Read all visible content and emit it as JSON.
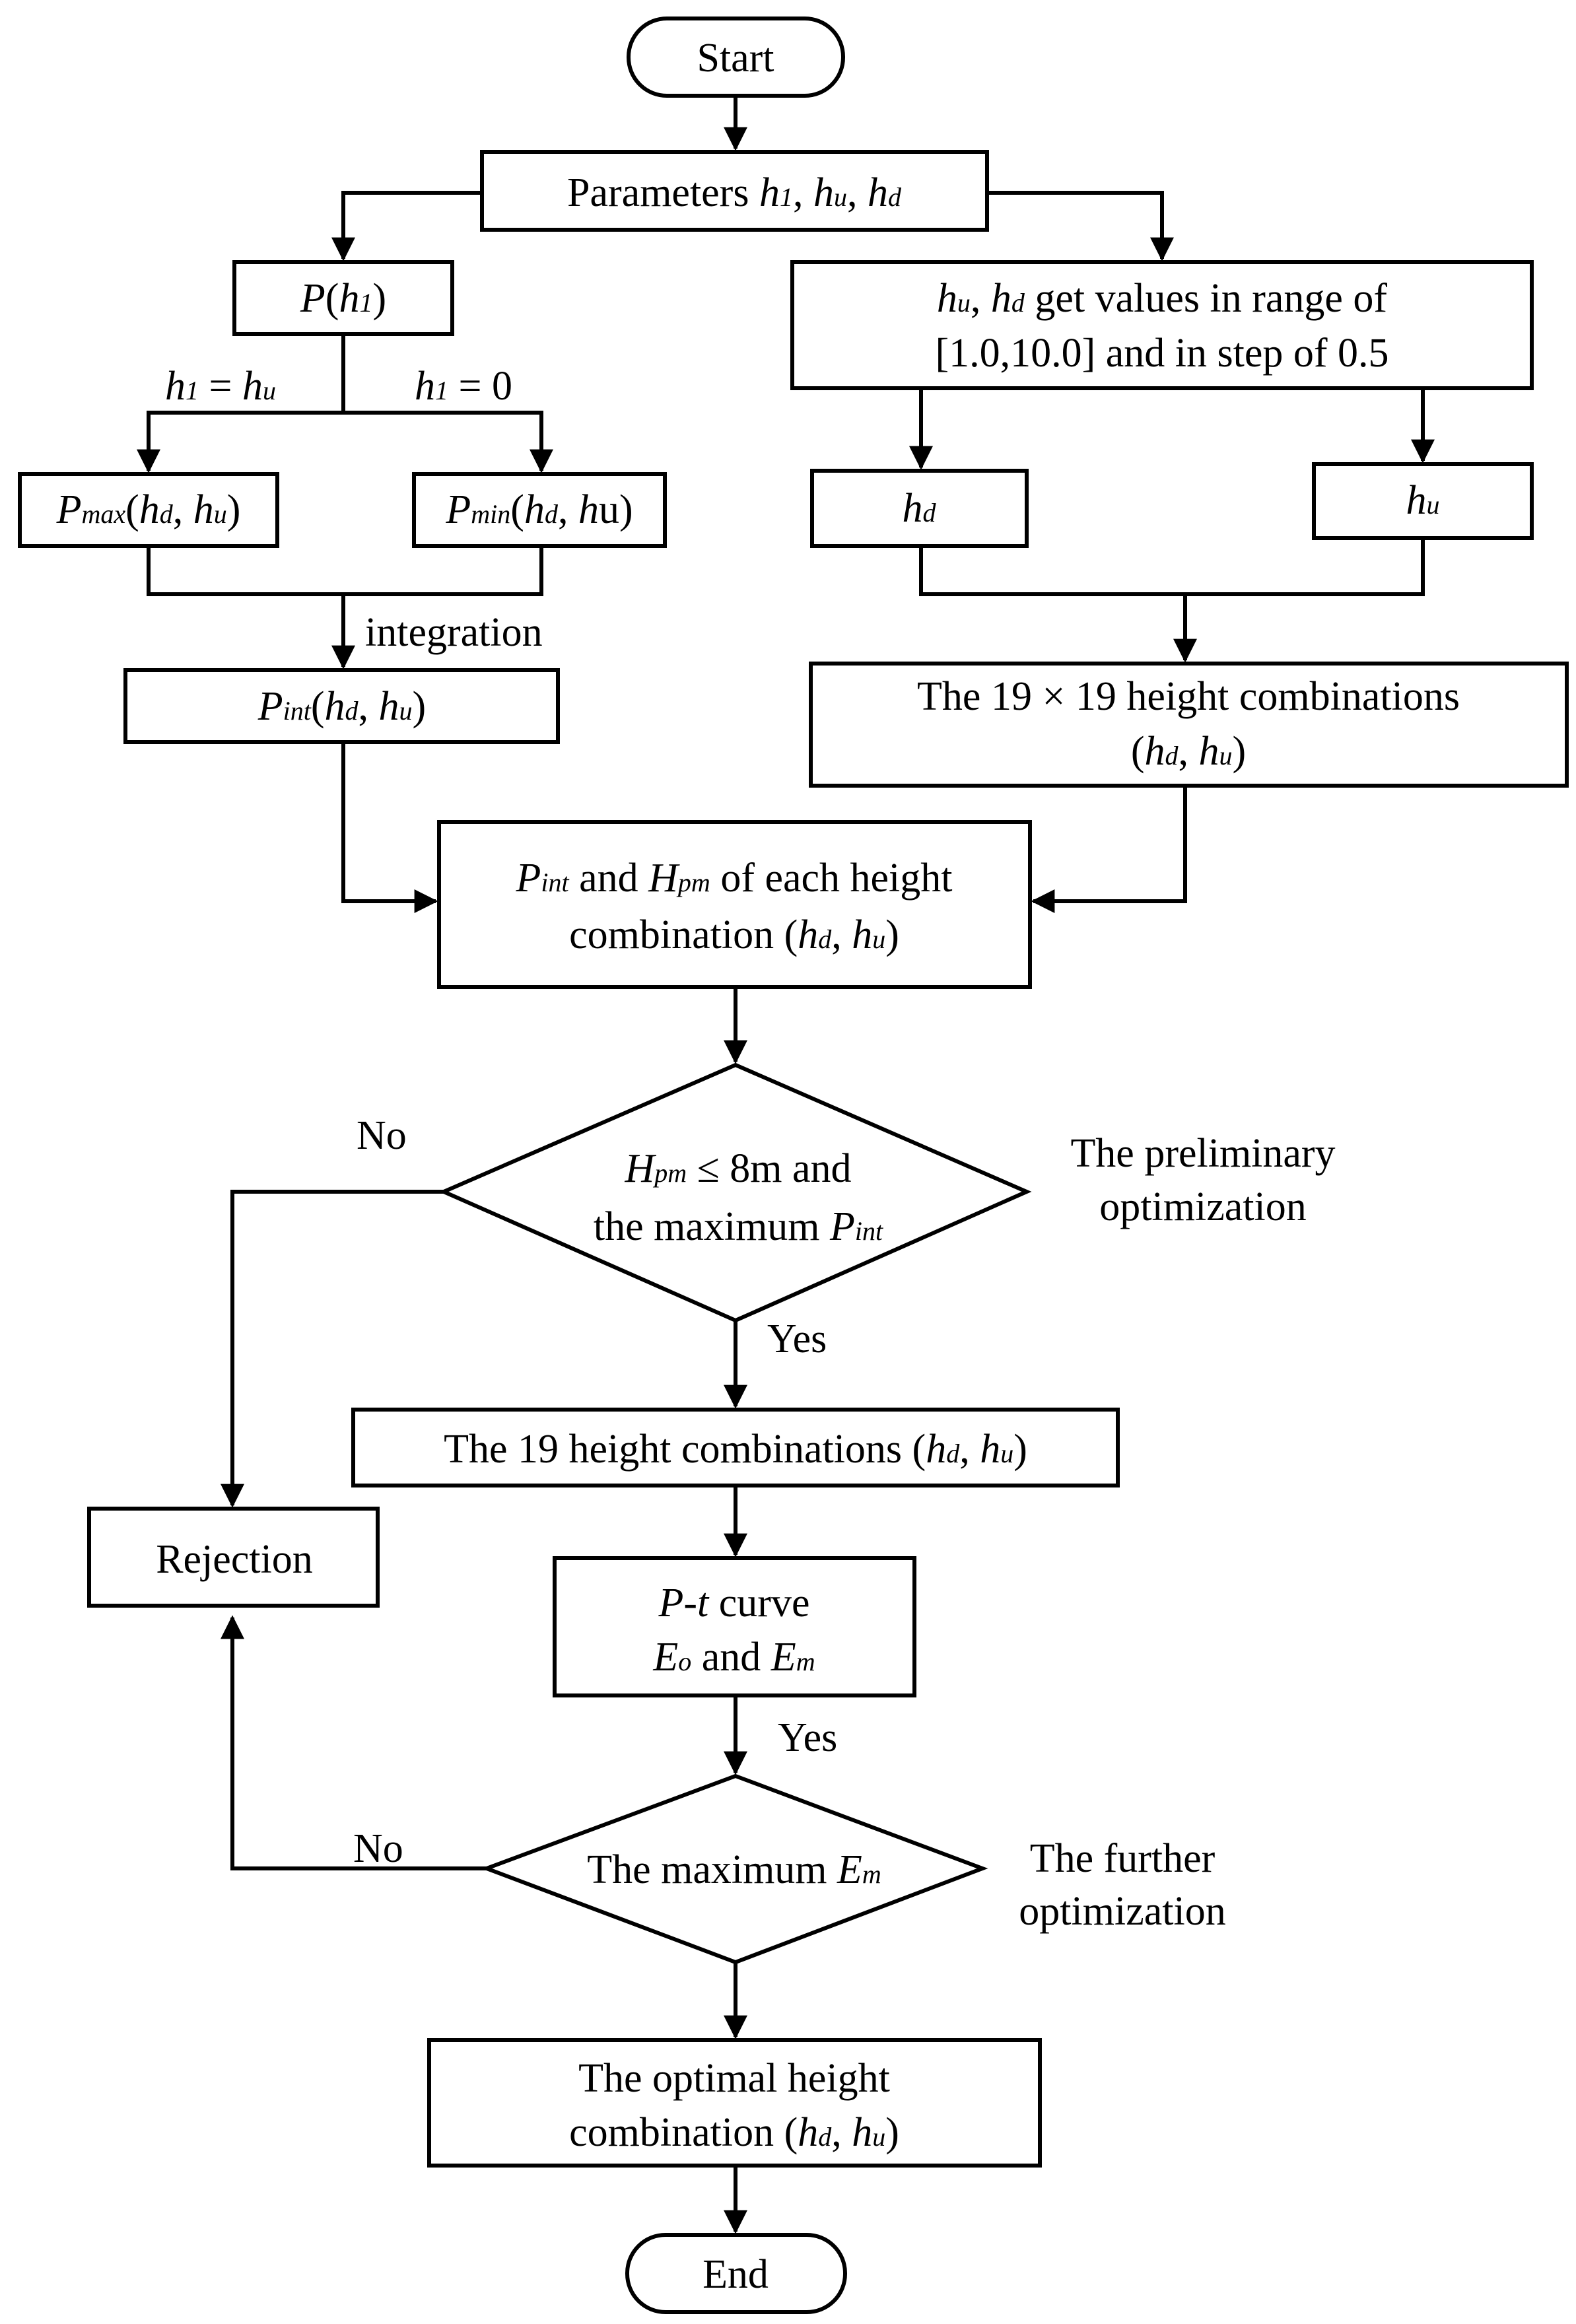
{
  "nodes": {
    "start": "Start",
    "end": "End",
    "parameters": {
      "text": "Parameters ",
      "h1": "h",
      "h1_sub": "1",
      "sep1": ", ",
      "hu": "h",
      "hu_sub": "u",
      "sep2": ", ",
      "hd": "h",
      "hd_sub": "d"
    },
    "p_h1": {
      "p": "P",
      "open": "(",
      "h": "h",
      "sub": "1",
      "close": ")"
    },
    "p_max": {
      "p": "P",
      "p_sub": "max",
      "open": "(",
      "hd": "h",
      "hd_sub": "d",
      "sep": ", ",
      "hu": "h",
      "hu_sub": "u",
      "close": ")"
    },
    "p_min": {
      "p": "P",
      "p_sub": "min",
      "open": "(",
      "hd": "h",
      "hd_sub": "d",
      "sep": ", ",
      "hu": "h",
      "hu_text": "u",
      "close": ")"
    },
    "p_int": {
      "p": "P",
      "p_sub": "int",
      "open": "(",
      "hd": "h",
      "hd_sub": "d",
      "sep": ", ",
      "hu": "h",
      "hu_sub": "u",
      "close": ")"
    },
    "range": {
      "hu": "h",
      "hu_sub": "u",
      "sep": ", ",
      "hd": "h",
      "hd_sub": "d",
      "line1_rest": " get values in range of",
      "line2": "[1.0,10.0] and in step of 0.5"
    },
    "hd_box": {
      "h": "h",
      "sub": "d"
    },
    "hu_box": {
      "h": "h",
      "sub": "u"
    },
    "combos_361": {
      "line1": "The 19 × 19 height combinations",
      "open": "(",
      "hd": "h",
      "hd_sub": "d",
      "sep": ", ",
      "hu": "h",
      "hu_sub": "u",
      "close": ")"
    },
    "pint_hpm": {
      "p": "P",
      "p_sub": "int",
      "and": " and ",
      "h": "H",
      "h_sub": "pm",
      "rest": " of each height",
      "line2": "combination (",
      "hd": "h",
      "hd_sub": "d",
      "sep": ", ",
      "hu": "h",
      "hu_sub": "u",
      "close": ")"
    },
    "decision1": {
      "h": "H",
      "h_sub": "pm",
      "line1_rest": " ≤ 8m and",
      "line2": "the maximum ",
      "p": "P",
      "p_sub": "int"
    },
    "combos_19": {
      "text": "The 19 height combinations (",
      "hd": "h",
      "hd_sub": "d",
      "sep": ", ",
      "hu": "h",
      "hu_sub": "u",
      "close": ")"
    },
    "rejection": "Rejection",
    "pt_curve": {
      "p": "P",
      "dash": "-",
      "t": "t",
      "rest": " curve",
      "e1": "E",
      "e1_sub": "o",
      "and": " and ",
      "e2": "E",
      "e2_sub": "m"
    },
    "decision2": {
      "text": "The maximum ",
      "e": "E",
      "e_sub": "m"
    },
    "optimal": {
      "line1": "The optimal height",
      "line2": "combination (",
      "hd": "h",
      "hd_sub": "d",
      "sep": ", ",
      "hu": "h",
      "hu_sub": "u",
      "close": ")"
    }
  },
  "edge_labels": {
    "h1_eq_hu": {
      "h": "h",
      "sub": "1",
      "eq": " = ",
      "hu": "h",
      "hu_sub": "u"
    },
    "h1_eq_0": {
      "h": "h",
      "sub": "1",
      "eq": " = 0"
    },
    "integration": "integration",
    "no1": "No",
    "yes1": "Yes",
    "yes2": "Yes",
    "no2": "No"
  },
  "annotations": {
    "preliminary": [
      "The preliminary",
      "optimization"
    ],
    "further": [
      "The further",
      "optimization"
    ]
  }
}
